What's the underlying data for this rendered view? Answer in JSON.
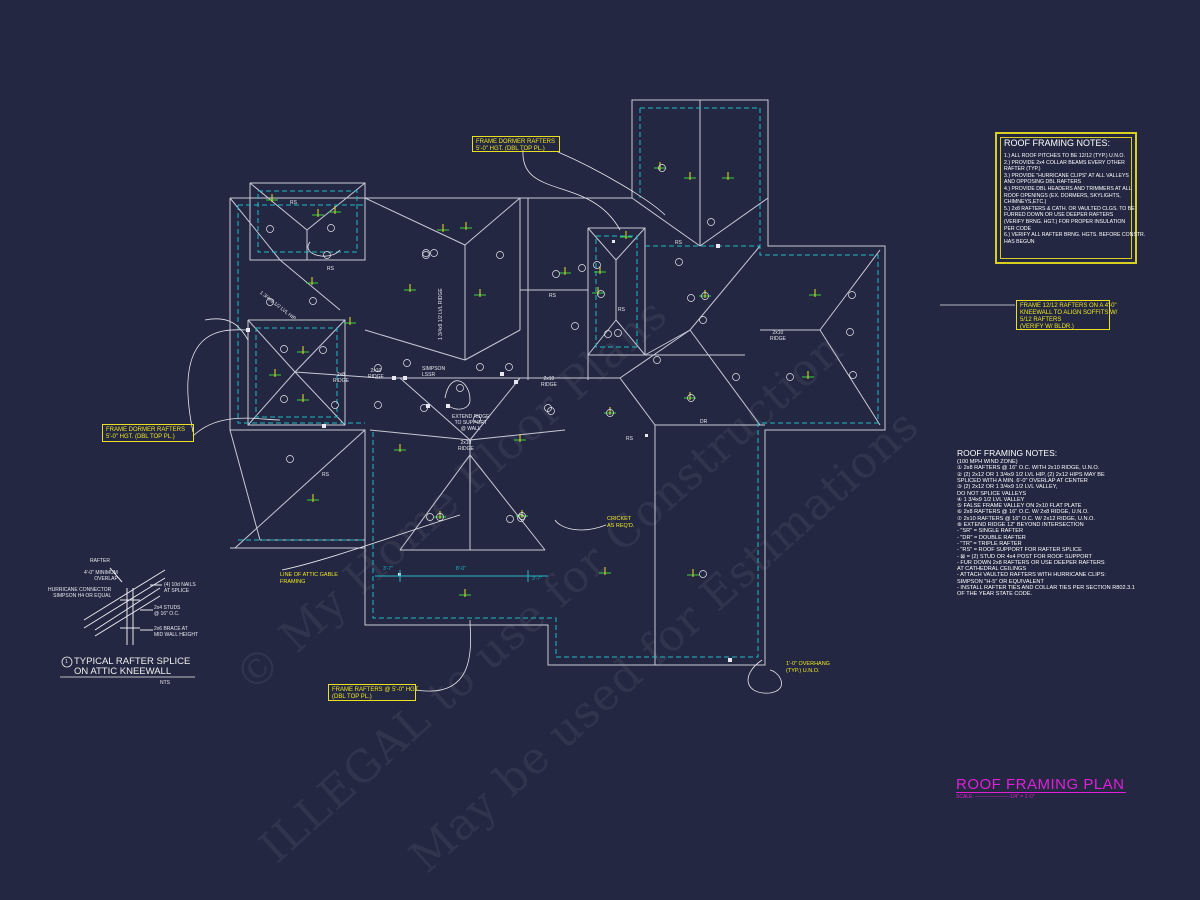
{
  "drawing": {
    "title": "ROOF FRAMING PLAN",
    "scale": "SCALE: ---------------------1/4\" = 1'-0\"",
    "colors": {
      "background": "#232741",
      "wall": "#c8c8d8",
      "dashed": "#1fb8c8",
      "callout": "#f0e826",
      "title": "#e020d8",
      "note_box": "#d8d020"
    }
  },
  "watermark": {
    "line1": "© My Home Floor Plans",
    "line2": "ILLEGAL to use for Construction",
    "line3": "May be used for Estimations"
  },
  "notes_box": {
    "title": "ROOF FRAMING NOTES:",
    "lines": [
      "1.) ALL ROOF PITCHES TO BE  12/12 (TYP.) U.N.O.",
      "2.) PROVIDE 2x4 COLLAR BEAMS EVERY OTHER",
      "     RAFTER (TYP.)",
      "3.) PROVIDE \"HURRICANE CLIPS\" AT ALL VALLEYS",
      "     AND OPPOSING DBL RAFTERS",
      "4.) PROVIDE DBL HEADERS AND TRIMMERS AT ALL",
      "     ROOF OPENINGS (EX. DORMERS, SKYLIGHTS,",
      "     CHIMNEYS,ETC.)",
      "5.) 2x8 RAFTERS & CATH. OR VAULTED CLGS. TO BE",
      "     FURRED DOWN OR USE DEEPER RAFTERS",
      "     (VERIFY BRNG. HGT.) FOR PROPER INSULATION",
      "     PER CODE",
      "6.) VERIFY ALL RAFTER BRNG. HGTS. BEFORE CONSTR.",
      "     HAS BEGUN"
    ]
  },
  "notes_list": {
    "title": "ROOF FRAMING NOTES:",
    "lines": [
      "(100 MPH WIND ZONE)",
      "①  2x8 RAFTERS @ 16\" O.C. WITH 2x10 RIDGE, U.N.O.",
      "②  (2) 2x12 OR 1 3/4x9 1/2 LVL HIP, (2) 2x12 HIPS MAY BE",
      "     SPLICED WITH A MIN. 6'-0\" OVERLAP AT CENTER",
      "③  (2) 2x12 OR 1 3/4x9 1/2 LVL VALLEY,",
      "     DO NOT SPLICE VALLEYS",
      "④  1 3/4x9 1/2 LVL VALLEY",
      "⑤  FALSE FRAME VALLEY ON 2x10 FLAT PLATE",
      "⑥  2x8 RAFTERS @ 16\" O.C. W/ 2x8 RIDGE, U.N.O.",
      "⑦  2x10 RAFTERS @ 16\" O.C. W/ 2x12 RIDGE, U.N.O.",
      "⑧  EXTEND RIDGE 12\" BEYOND INTERSECTION",
      "-   \"SR\" = SINGLE RAFTER",
      "-   \"DR\" = DOUBLE RAFTER",
      "-   \"TR\" = TRIPLE RAFTER",
      "-   \"RS\" = ROOF SUPPORT FOR RAFTER SPLICE",
      "-   ⊠  = (2) STUD OR 4x4 POST FOR ROOF SUPPORT",
      "-   FUR DOWN 2x8 RAFTERS OR USE DEEPER RAFTERS",
      "     AT CATHEDRAL CEILINGS",
      "-   ATTACH VAULTED RAFTERS WITH HURRICANE CLIPS:",
      "     SIMPSON \"H-5\" OR EQUIVALENT",
      "-   INSTALL RAFTER TIES AND COLLAR TIES PER SECTION R802.3.1",
      "     OF THE YEAR STATE CODE."
    ]
  },
  "callouts": {
    "dormer_top": [
      "FRAME DORMER RAFTERS",
      "5'-0\" HGT. (DBL TOP PL.)"
    ],
    "dormer_left": [
      "FRAME DORMER RAFTERS",
      "5'-0\" HGT. (DBL TOP PL.)"
    ],
    "kneewall": [
      "FRAME 12/12 RAFTERS ON A 4'-0\"",
      "KNEEWALL TO ALIGN SOFFITS W/",
      "5/12 RAFTERS",
      "(VERIFY W/ BLDR.)"
    ],
    "rafters_bottom": [
      "FRAME RAFTERS @ 5'-0\" HGT.",
      "(DBL TOP PL.)"
    ],
    "cricket": [
      "CRICKET",
      "AS REQ'D."
    ],
    "gable": [
      "LINE OF ATTIC GABLE",
      "FRAMING"
    ],
    "overhang": [
      "1'-0\" OVERHANG",
      "(TYP.) U.N.O."
    ]
  },
  "plan_labels": {
    "simpson": [
      "SIMPSON",
      "LSSR"
    ],
    "extend_ridge": [
      "EXTEND RIDGE",
      "TO SUPPORT",
      "@ WALL"
    ],
    "ridge_2x10": [
      "2x10",
      "RIDGE"
    ],
    "ridge_2x8": [
      "2x8",
      "RIDGE"
    ],
    "rs": "RS",
    "dr": "DR",
    "dim_left": "3'-7\"",
    "dim_mid": "8'-0\"",
    "dim_right": "3'-7\"",
    "lvl_label": "1 3/4x9 1/2 LVL HIP",
    "ridge_lvl": "1 3/4x9 1/2 LVL RIDGE"
  },
  "detail": {
    "title_line1": "TYPICAL RAFTER SPLICE",
    "title_line2": "ON ATTIC KNEEWALL",
    "number": "1",
    "nts": "NTS",
    "labels": {
      "rafter": "RAFTER",
      "overlap": [
        "4'-0\" MINIMUM",
        "OVERLAP"
      ],
      "connector": [
        "HURRICANE CONNECTOR",
        "SIMPSON H4 OR EQUAL"
      ],
      "nails": [
        "(4) 10d NAILS",
        "AT SPLICE"
      ],
      "studs": [
        "2x4 STUDS",
        "@ 16\" O.C."
      ],
      "brace": [
        "2x6 BRACE AT",
        "MID WALL HEIGHT"
      ]
    }
  }
}
